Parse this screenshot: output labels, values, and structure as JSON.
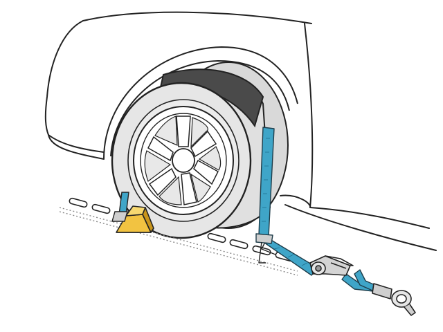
{
  "illustration": {
    "subject": "wheel-tie-down",
    "parts": [
      "car-body",
      "wheel-arch",
      "tire",
      "rim",
      "strap",
      "ratchet",
      "hook",
      "wheel-chock",
      "floor-rail"
    ]
  },
  "colors": {
    "strap": "#3fa5c8",
    "strap_dark": "#1f6f8f",
    "tire": "#e6e6e6",
    "tire_tread_cap": "#4a4a4a",
    "rim": "#ffffff",
    "chock": "#f2c341",
    "chock_dark": "#c9951c",
    "metal": "#cfcfcf",
    "outline": "#222222"
  }
}
